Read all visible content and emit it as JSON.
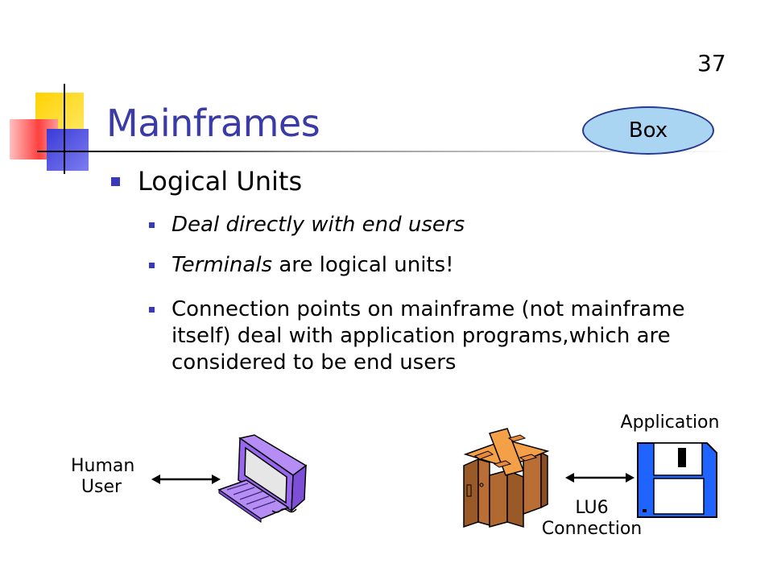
{
  "slide": {
    "number": "37",
    "title": "Mainframes",
    "badge": "Box"
  },
  "bullets": {
    "level1": "Logical Units",
    "item1": "Deal directly with end users",
    "item2_italic": "Terminals",
    "item2_rest": " are logical units!",
    "item3": "Connection points on mainframe (not mainframe itself) deal with application programs,which are considered to be end users"
  },
  "diagram": {
    "human_user_line1": "Human",
    "human_user_line2": "User",
    "application": "Application",
    "lu6_line1": "LU6",
    "lu6_line2": "Connection"
  },
  "colors": {
    "title": "#3a3aa8",
    "bullet": "#3a3ab8",
    "badge_fill": "#a9d5f2",
    "badge_border": "#26388f",
    "terminal": "#9966ee",
    "mainframe": "#c8783a",
    "floppy": "#1f64ff"
  },
  "icons": [
    "terminal-computer-icon",
    "mainframe-server-icon",
    "floppy-disk-icon",
    "double-arrow-icon"
  ]
}
